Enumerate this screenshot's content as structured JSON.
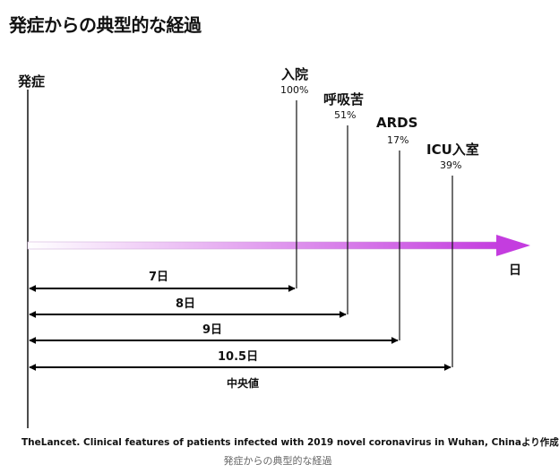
{
  "title": "発症からの典型的な経過",
  "onset_label": "発症",
  "axis_unit": "日",
  "events": [
    {
      "label": "入院",
      "percent": "100%",
      "days_label": "7日"
    },
    {
      "label": "呼吸苦",
      "percent": "51%",
      "days_label": "8日"
    },
    {
      "label": "ARDS",
      "percent": "17%",
      "days_label": "9日"
    },
    {
      "label": "ICU入室",
      "percent": "39%",
      "days_label": "10.5日"
    }
  ],
  "median_label": "中央値",
  "source": "TheLancet. Clinical features of patients infected with 2019 novel coronavirus in Wuhan, Chinaより作成",
  "caption": "発症からの典型的な経過",
  "colors": {
    "arrow_start": "#ffffff",
    "arrow_end": "#c43ddf"
  }
}
